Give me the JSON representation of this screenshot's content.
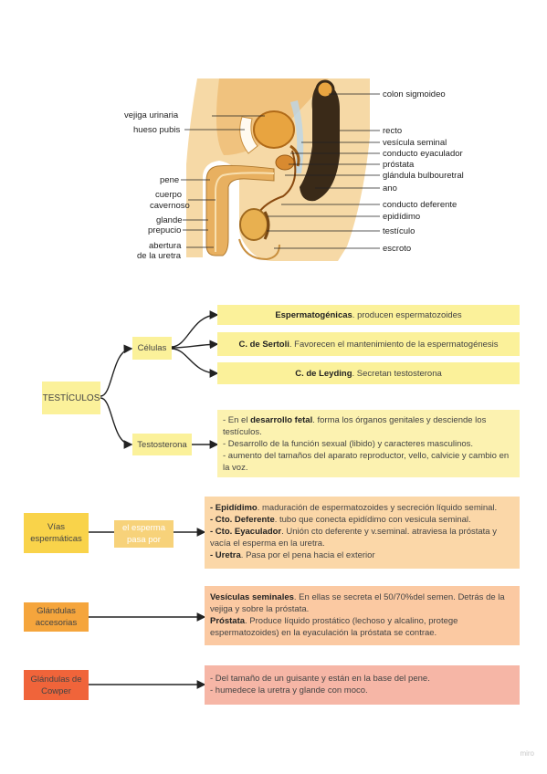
{
  "anatomy": {
    "labels_left": [
      "vejiga urinaria",
      "hueso pubis",
      "pene",
      "cuerpo",
      "cavernoso",
      "glande",
      "prepucio",
      "abertura",
      "de la uretra"
    ],
    "labels_right": [
      "colon sigmoideo",
      "recto",
      "vesícula seminal",
      "conducto eyaculador",
      "próstata",
      "glándula bulbouretral",
      "ano",
      "conducto deferente",
      "epidídimo",
      "testículo",
      "escroto"
    ]
  },
  "map": {
    "testiculos": "TESTÍCULOS",
    "celulas": "Células",
    "testosterona": "Testosterona",
    "esperm_b": "Espermatogénicas",
    "esperm_t": ". producen espermatozoides",
    "sertoli_b": "C. de Sertoli",
    "sertoli_t": ". Favorecen el mantenimiento de la espermatogénesis",
    "leyding_b": "C. de Leyding",
    "leyding_t": ". Secretan testosterona",
    "testo_l1a": "- En el ",
    "testo_l1b": "desarrollo fetal",
    "testo_l1c": ". forma los órganos genitales y desciende los testículos.",
    "testo_l2": "- Desarrollo de la función sexual (libido)  y caracteres masculinos.",
    "testo_l3": "- aumento del tamaños del aparato reproductor, vello, calvicie y cambio en la voz.",
    "vias": "Vías espermáticas",
    "vias_conn": "el esperma pasa por",
    "epi_b": "- Epidídimo",
    "epi_t": ". maduración de espermatozoides y secreción líquido seminal.",
    "cto_def_b": "- Cto. Deferente",
    "cto_def_t": ". tubo que conecta epidídimo con vesicula seminal.",
    "cto_eya_b": "- Cto. Eyaculador",
    "cto_eya_t": ". Unión cto deferente y v.seminal. atraviesa la próstata y vacía el esperma en la uretra.",
    "uretra_b": "- Uretra",
    "uretra_t": ". Pasa por el pena hacia el exterior",
    "glandulas": "Glándulas accesorias",
    "ves_b": "Vesículas seminales",
    "ves_t": ". En ellas se secreta el 50/70%del semen. Detrás de la vejiga y sobre la próstata.",
    "pros_b": "Próstata",
    "pros_t": ". Produce líquido prostático (lechoso y alcalino, protege espermatozoides) en la eyaculación la próstata se contrae.",
    "cowper": "Glándulas de Cowper",
    "cowper_l1": "- Del tamaño de un guisante y están en la base del pene.",
    "cowper_l2": "- humedece la uretra y glande con moco."
  },
  "watermark": "miro",
  "colors": {
    "yellow": "#fbf19a",
    "orange": "#f9d34a",
    "accessory": "#f5a53c",
    "cowper": "#f0643a"
  }
}
